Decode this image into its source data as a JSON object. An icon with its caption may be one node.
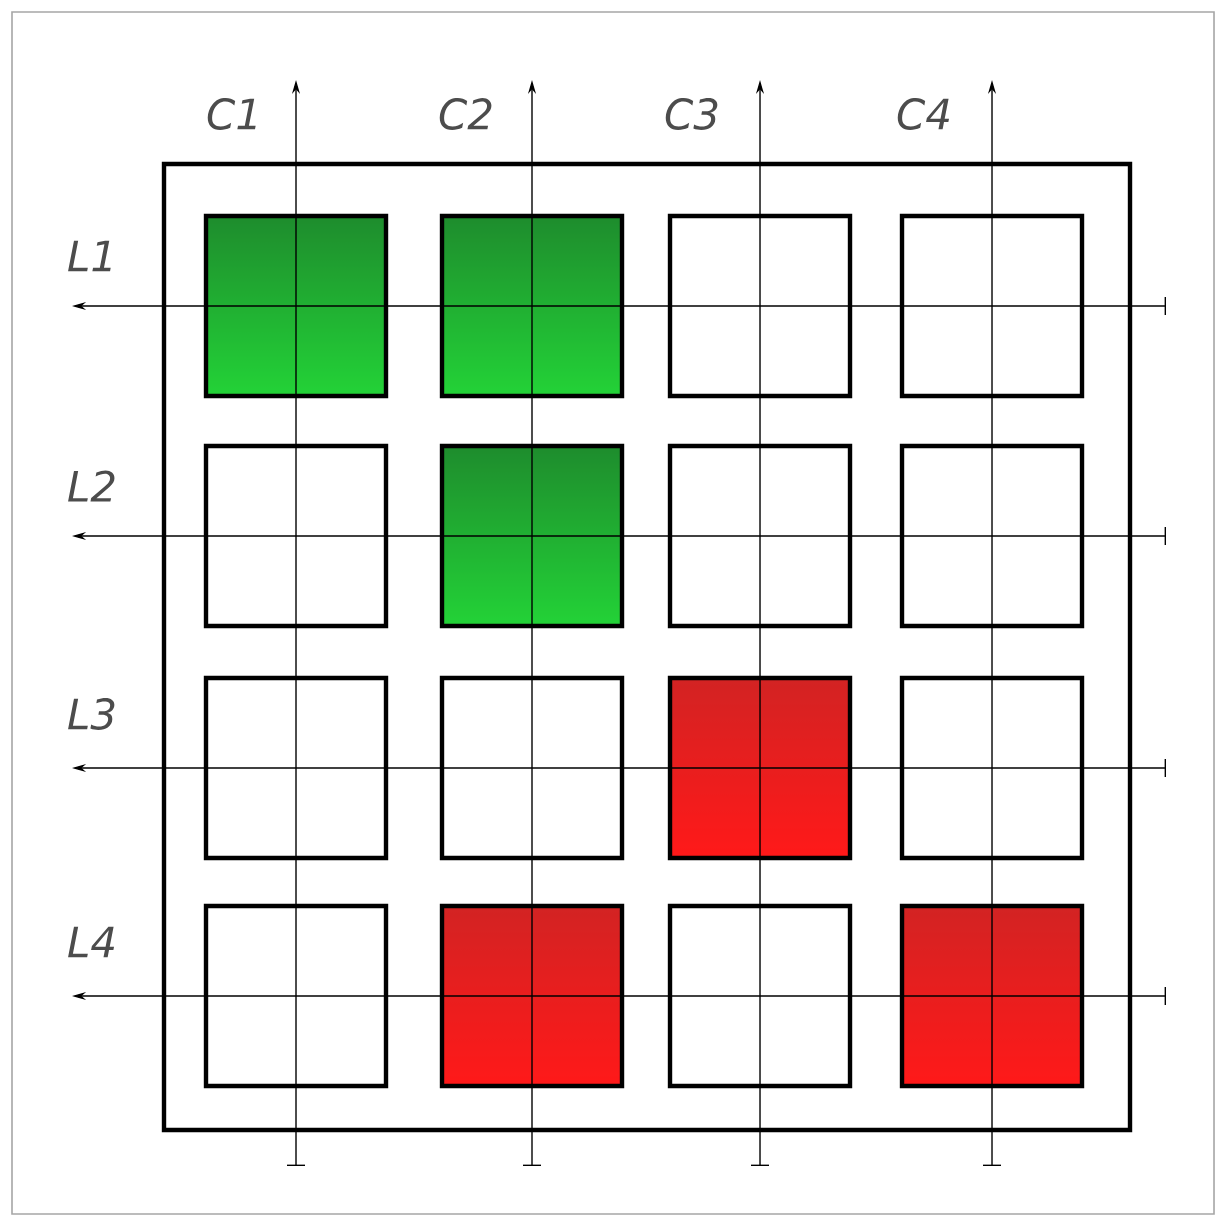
{
  "diagram": {
    "nodes": [
      {
        "text": [],
        "shape": "box"
      },
      {
        "text": [],
        "shape": "box",
        "in": 0
      },
      {
        "text": [],
        "shape": "box",
        "in": 0
      },
      {
        "text": [],
        "shape": "box",
        "in": 0
      },
      {
        "text": [],
        "shape": "box",
        "in": 0
      },
      {
        "text": [],
        "shape": "box",
        "in": 0
      },
      {
        "text": [],
        "shape": "box",
        "in": 0
      },
      {
        "text": [],
        "shape": "box",
        "in": 0
      },
      {
        "text": [],
        "shape": "box",
        "in": 0
      },
      {
        "text": [],
        "shape": "box",
        "in": 0
      },
      {
        "text": [],
        "shape": "box",
        "in": 0
      },
      {
        "text": [],
        "shape": "box",
        "in": 0
      },
      {
        "text": [],
        "shape": "box",
        "in": 0
      },
      {
        "text": [],
        "shape": "box",
        "in": 0
      },
      {
        "text": [],
        "shape": "box",
        "in": 0
      },
      {
        "text": [],
        "shape": "box",
        "in": 0
      },
      {
        "text": [],
        "shape": "box",
        "in": 0
      }
    ],
    "labels": [
      "C1",
      "C2",
      "C3",
      "C4",
      "L1",
      "L2",
      "L3",
      "L4"
    ]
  }
}
